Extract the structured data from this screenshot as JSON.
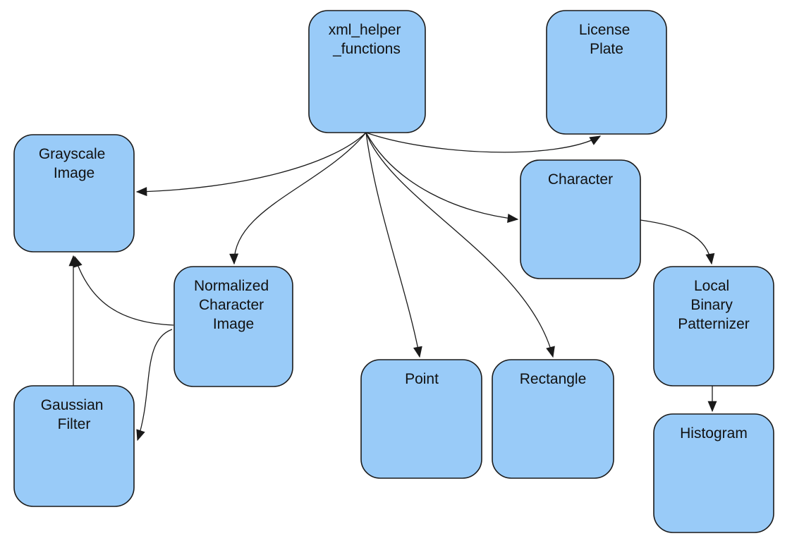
{
  "diagram": {
    "background_color": "#ffffff",
    "node_fill": "#99cbf8",
    "node_stroke": "#1a1a1a",
    "edge_color": "#1a1a1a",
    "text_color": "#111111"
  },
  "nodes": {
    "xml_helper_functions": {
      "lines": [
        "xml_helper",
        "_functions"
      ]
    },
    "license_plate": {
      "lines": [
        "License",
        "Plate"
      ]
    },
    "grayscale_image": {
      "lines": [
        "Grayscale",
        "Image"
      ]
    },
    "character": {
      "lines": [
        "Character"
      ]
    },
    "normalized_character_image": {
      "lines": [
        "Normalized",
        "Character",
        "Image"
      ]
    },
    "local_binary_patternizer": {
      "lines": [
        "Local",
        "Binary",
        "Patternizer"
      ]
    },
    "point": {
      "lines": [
        "Point"
      ]
    },
    "rectangle": {
      "lines": [
        "Rectangle"
      ]
    },
    "gaussian_filter": {
      "lines": [
        "Gaussian",
        "Filter"
      ]
    },
    "histogram": {
      "lines": [
        "Histogram"
      ]
    }
  },
  "edges": [
    {
      "from": "xml_helper_functions",
      "to": "license_plate"
    },
    {
      "from": "xml_helper_functions",
      "to": "grayscale_image"
    },
    {
      "from": "xml_helper_functions",
      "to": "normalized_character_image"
    },
    {
      "from": "xml_helper_functions",
      "to": "point"
    },
    {
      "from": "xml_helper_functions",
      "to": "rectangle"
    },
    {
      "from": "xml_helper_functions",
      "to": "character"
    },
    {
      "from": "character",
      "to": "local_binary_patternizer"
    },
    {
      "from": "local_binary_patternizer",
      "to": "histogram"
    },
    {
      "from": "gaussian_filter",
      "to": "grayscale_image"
    },
    {
      "from": "normalized_character_image",
      "to": "grayscale_image"
    },
    {
      "from": "normalized_character_image",
      "to": "gaussian_filter"
    }
  ]
}
